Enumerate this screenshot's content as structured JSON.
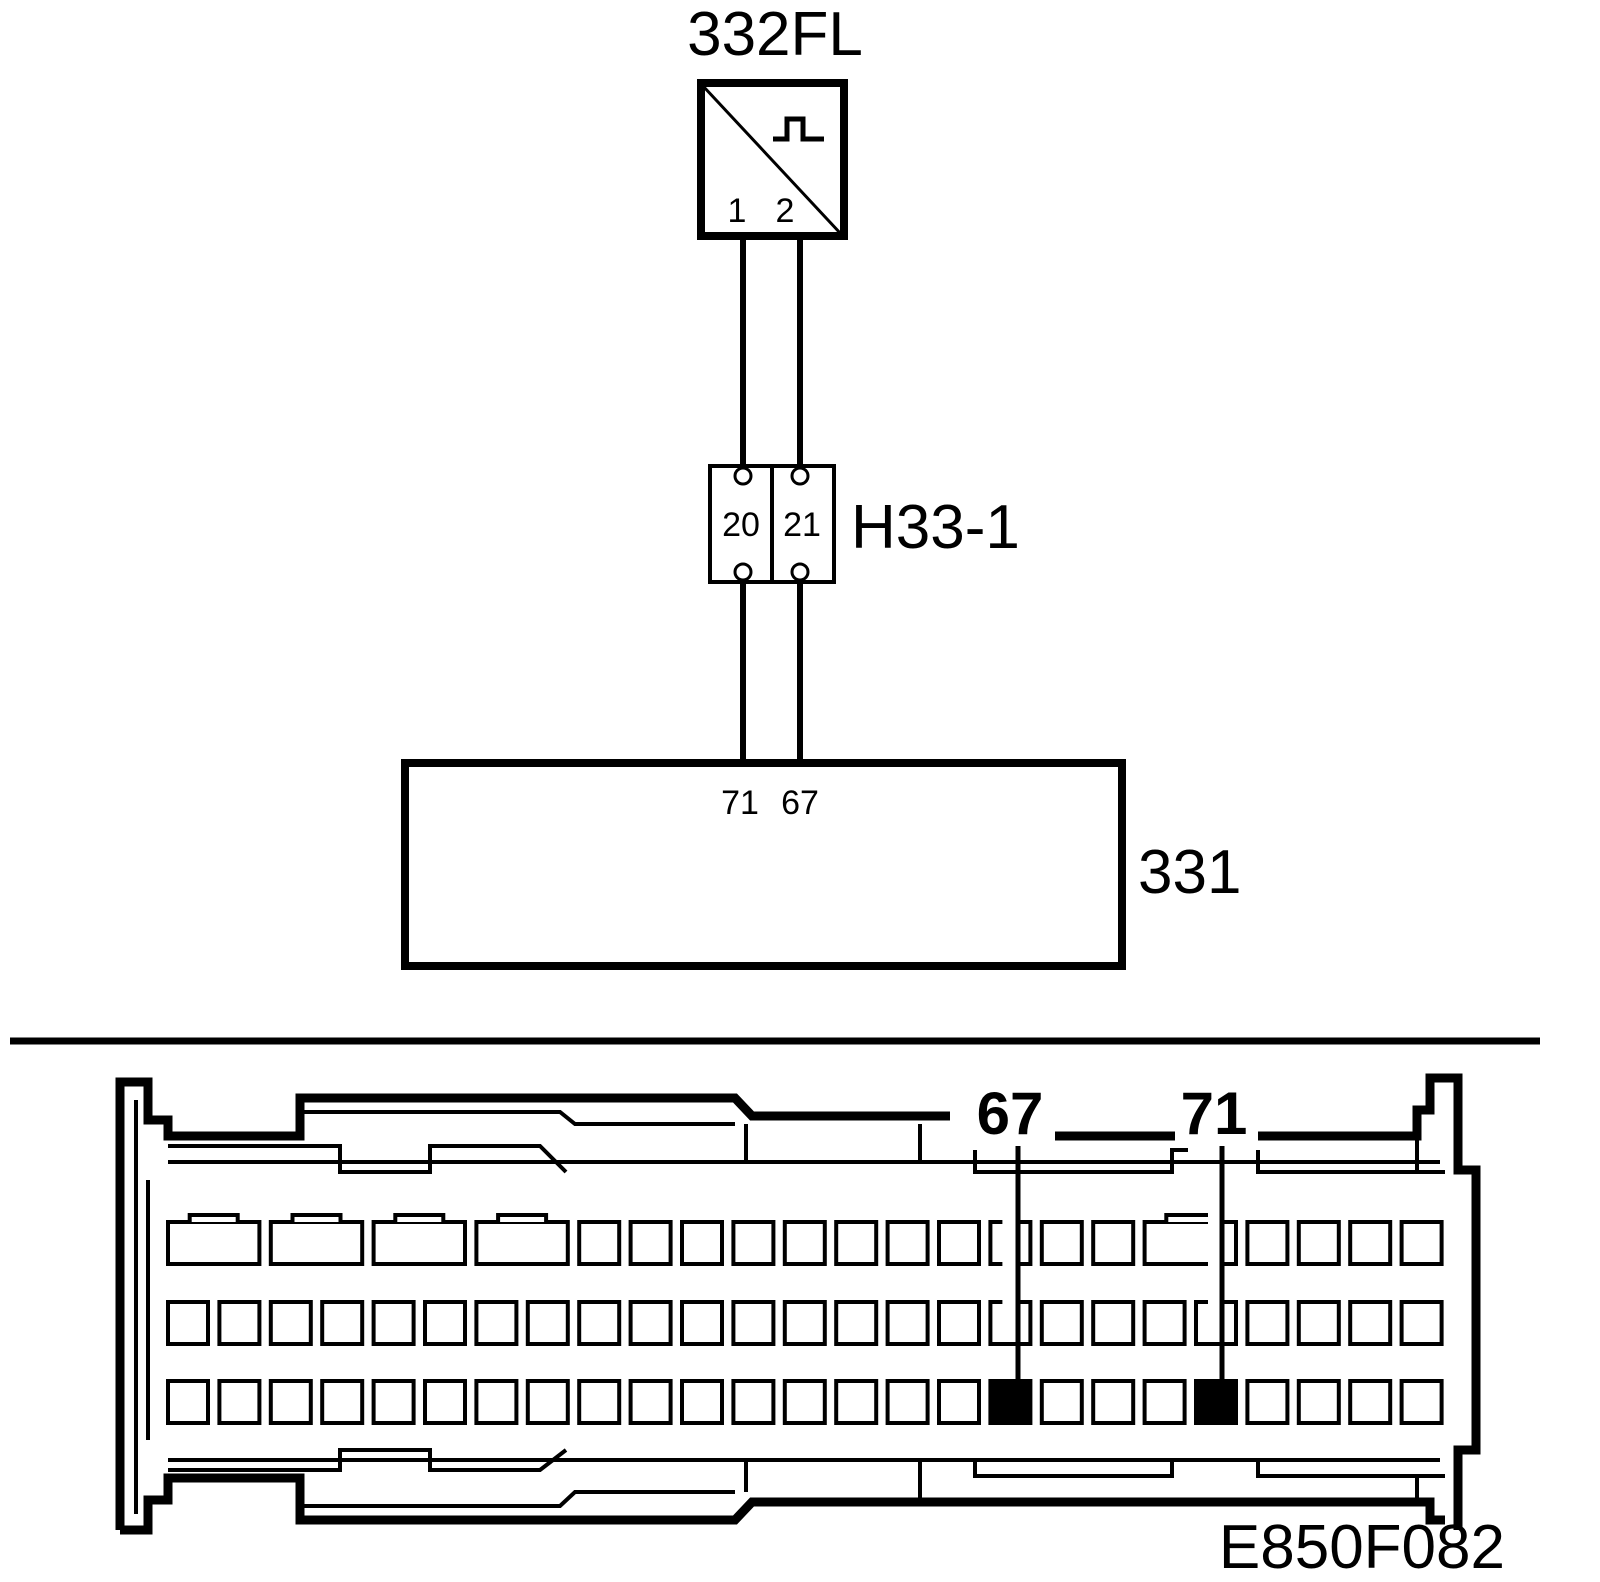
{
  "sensor": {
    "label": "332FL",
    "pin_1": "1",
    "pin_2": "2",
    "symbol": "square-pulse-icon"
  },
  "connector": {
    "label": "H33-1",
    "pin_a": "20",
    "pin_b": "21"
  },
  "module": {
    "label": "331",
    "pin_a": "71",
    "pin_b": "67"
  },
  "connector_view": {
    "callout_left": "67",
    "callout_right": "71"
  },
  "figure_code": "E850F082",
  "colors": {
    "line": "#000000",
    "background": "#ffffff",
    "highlighted_pin": "#000000"
  }
}
